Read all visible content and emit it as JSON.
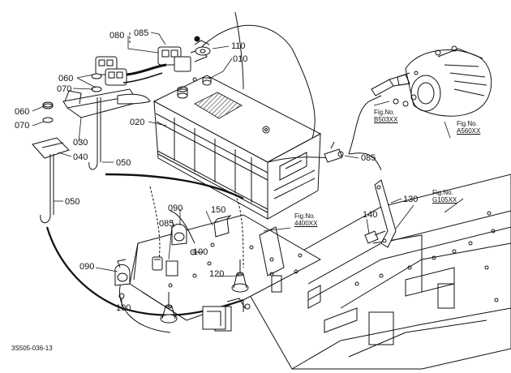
{
  "callouts": {
    "p080": "080",
    "p085_top": "085",
    "p110": "110",
    "p010": "010",
    "p060_a": "060",
    "p070_a": "070",
    "p060_b": "060",
    "p070_b": "070",
    "p020": "020",
    "p030": "030",
    "p040": "040",
    "p050_a": "050",
    "p050_b": "050",
    "p085_right": "085",
    "p130": "130",
    "p140": "140",
    "p090_a": "090",
    "p150": "150",
    "p085_mid": "085",
    "p100_a": "100",
    "p090_b": "090",
    "p120": "120",
    "p100_b": "100"
  },
  "figrefs": {
    "b503": {
      "label": "Fig.No.",
      "code": "B503XX"
    },
    "a560": {
      "label": "Fig.No.",
      "code": "A560XX"
    },
    "g105": {
      "label": "Fig.No.",
      "code": "G105XX"
    },
    "f4400": {
      "label": "Fig.No.",
      "code": "4400XX"
    }
  },
  "footer": {
    "drawing_id": "3S505-036-13"
  },
  "colors": {
    "line": "#111111",
    "hatch": "#333333",
    "paper": "#ffffff"
  }
}
